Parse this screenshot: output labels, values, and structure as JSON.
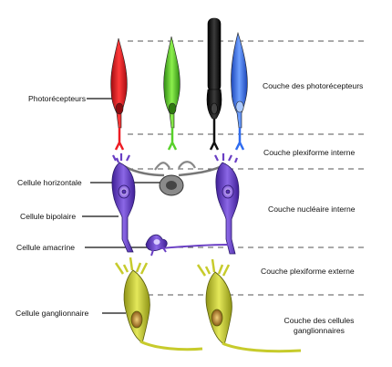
{
  "left_labels": {
    "photoreceptors": "Photorécepteurs",
    "horizontal_cell": "Cellule horizontale",
    "bipolar_cell": "Cellule bipolaire",
    "amacrine_cell": "Cellule amacrine",
    "ganglion_cell": "Cellule ganglionnaire"
  },
  "layer_labels": {
    "photoreceptor_layer": "Couche des photorécepteurs",
    "inner_plexiform": "Couche plexiforme interne",
    "inner_nuclear": "Couche nucléaire interne",
    "outer_plexiform": "Couche plexiforme externe",
    "ganglion_layer_line1": "Couche des cellules",
    "ganglion_layer_line2": "ganglionnaires"
  },
  "colors": {
    "red_cone": "#ee1c24",
    "green_cone": "#58d12a",
    "black_rod": "#111111",
    "blue_cone": "#2f6cf0",
    "bipolar": "#6a3fc4",
    "horizontal": "#8a8a8a",
    "ganglion": "#c7cb2c"
  }
}
